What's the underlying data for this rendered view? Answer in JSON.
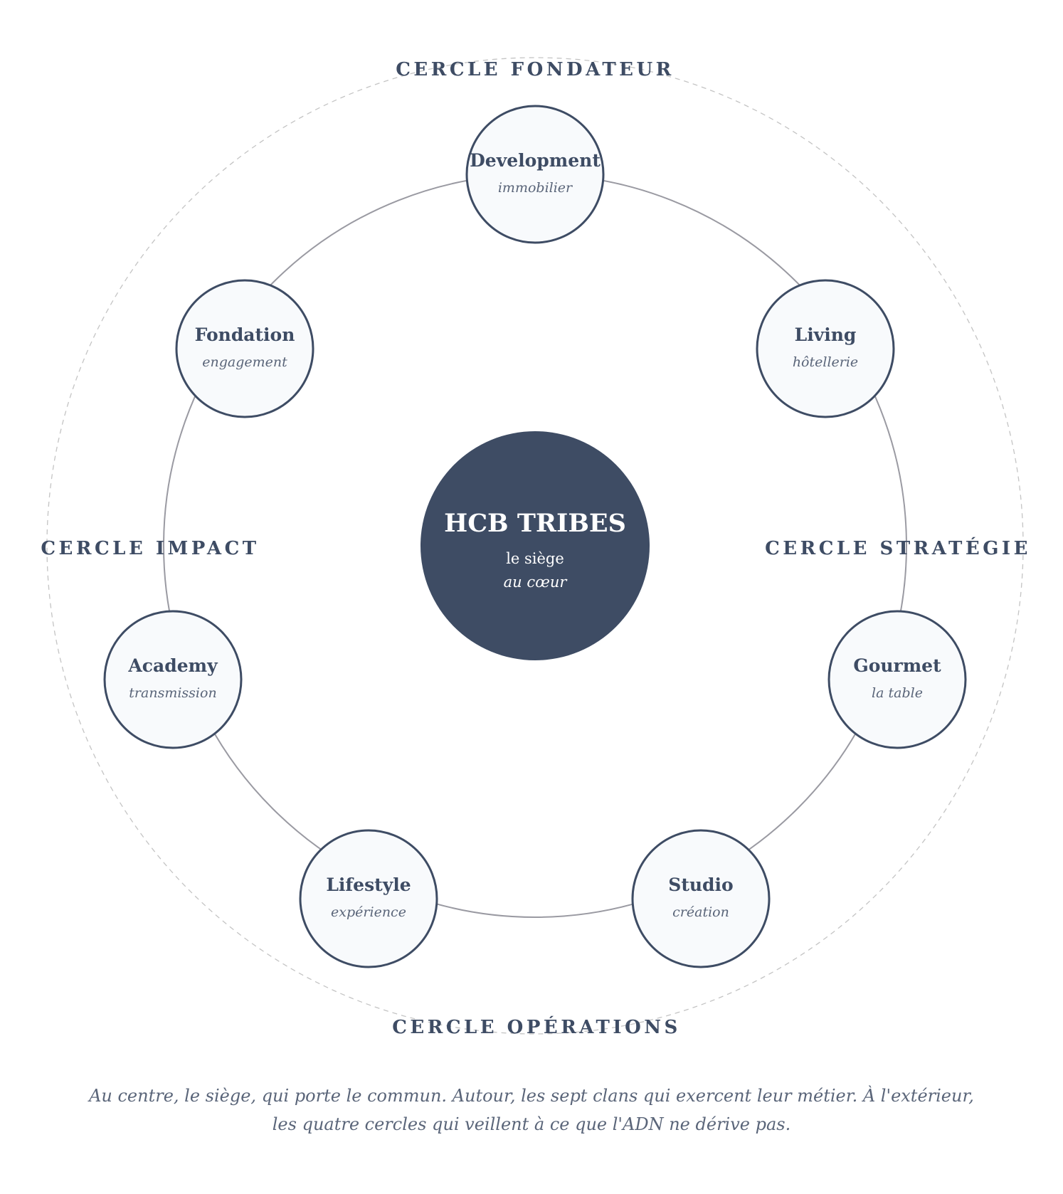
{
  "hub": {
    "title": "HCB TRIBES",
    "subtitle": "le siège",
    "tagline": "au cœur"
  },
  "clans": [
    {
      "name": "Development",
      "subtitle": "immobilier"
    },
    {
      "name": "Living",
      "subtitle": "hôtellerie"
    },
    {
      "name": "Gourmet",
      "subtitle": "la table"
    },
    {
      "name": "Studio",
      "subtitle": "création"
    },
    {
      "name": "Lifestyle",
      "subtitle": "expérience"
    },
    {
      "name": "Academy",
      "subtitle": "transmission"
    },
    {
      "name": "Fondation",
      "subtitle": "engagement"
    }
  ],
  "cercles": {
    "top": "CERCLE FONDATEUR",
    "right": "CERCLE STRATÉGIE",
    "bottom": "CERCLE OPÉRATIONS",
    "left": "CERCLE IMPACT"
  },
  "caption": "Au centre, le siège, qui porte le commun. Autour, les sept clans qui exercent leur métier. À l'extérieur, les quatre cercles qui veillent à ce que l'ADN ne dérive pas.",
  "colors": {
    "navy": "#3e4c64",
    "node_fill": "#f8fafc",
    "ring_line": "#9a9aa2",
    "outer_dash": "#c4c4c4",
    "caption_text": "#5a6579"
  }
}
